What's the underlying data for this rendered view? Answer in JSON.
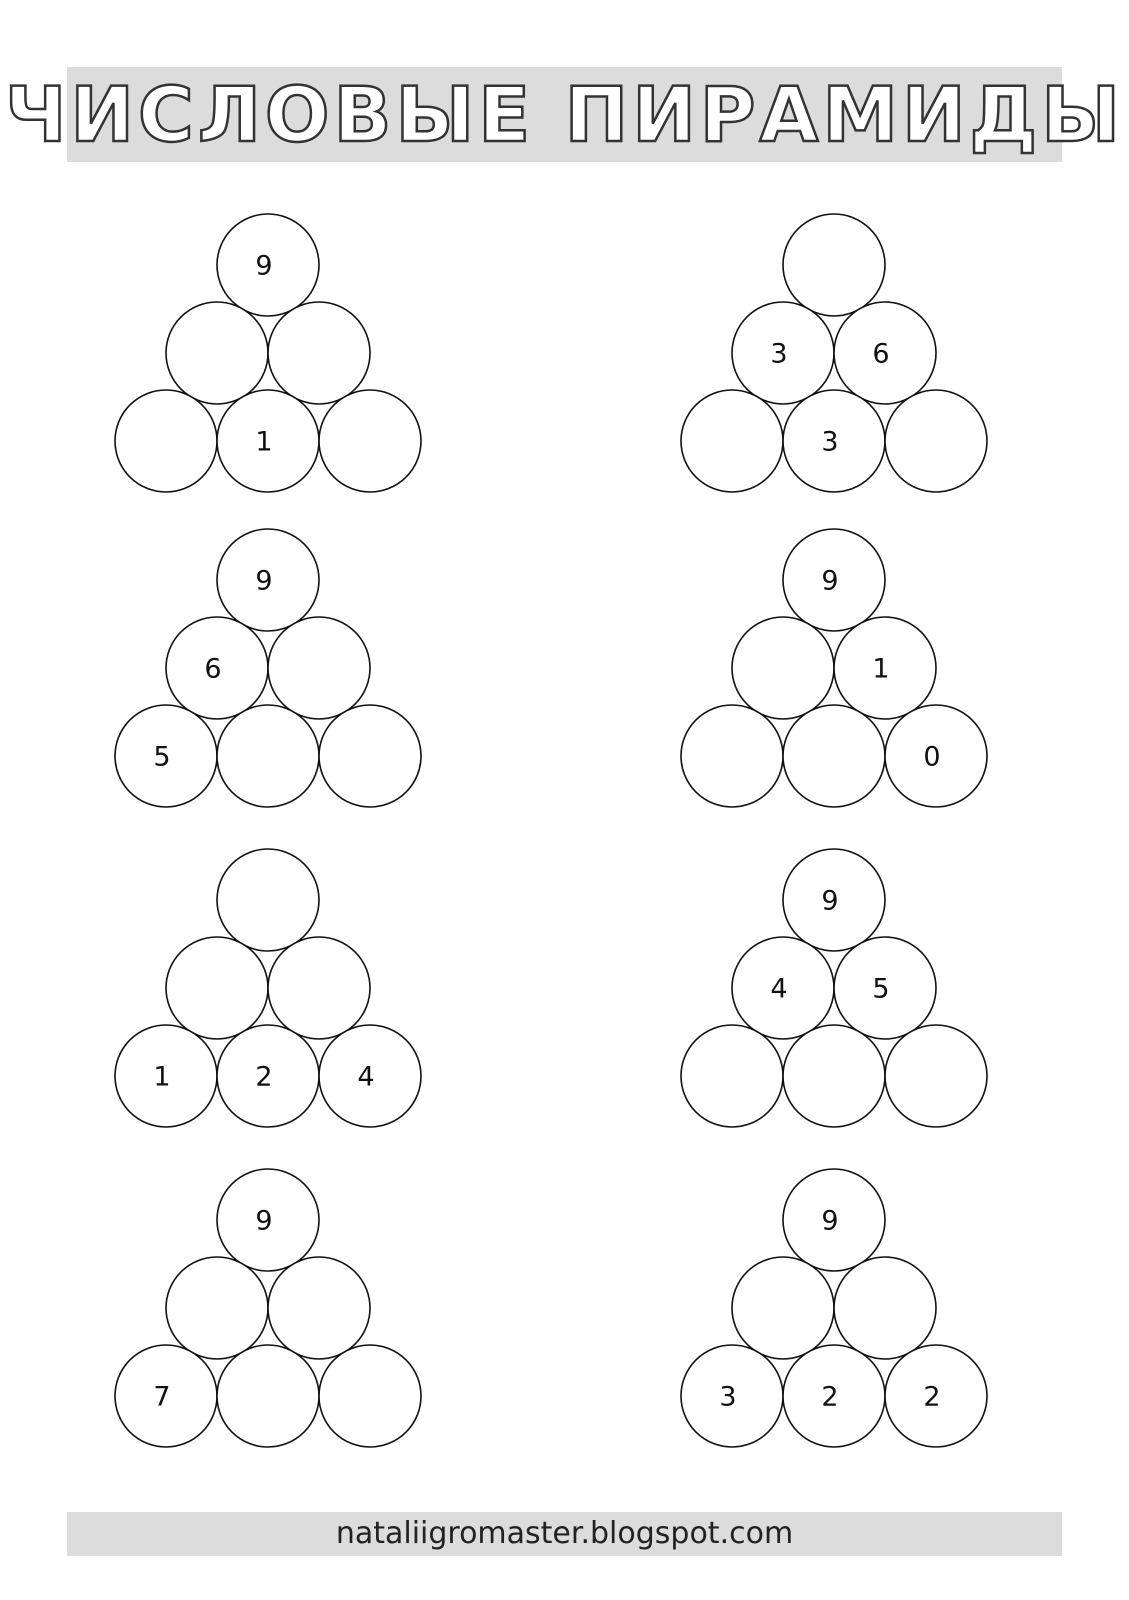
{
  "title": "ЧИСЛОВЫЕ ПИРАМИДЫ",
  "footer": "nataliigromaster.blogspot.com",
  "pyramids": [
    {
      "rows": [
        [
          "9"
        ],
        [
          "",
          ""
        ],
        [
          "",
          "1",
          ""
        ]
      ]
    },
    {
      "rows": [
        [
          ""
        ],
        [
          "3",
          "6"
        ],
        [
          "",
          "3",
          ""
        ]
      ]
    },
    {
      "rows": [
        [
          "9"
        ],
        [
          "6",
          ""
        ],
        [
          "5",
          "",
          ""
        ]
      ]
    },
    {
      "rows": [
        [
          "9"
        ],
        [
          "",
          "1"
        ],
        [
          "",
          "",
          "0"
        ]
      ]
    },
    {
      "rows": [
        [
          ""
        ],
        [
          "",
          ""
        ],
        [
          "1",
          "2",
          "4"
        ]
      ]
    },
    {
      "rows": [
        [
          "9"
        ],
        [
          "4",
          "5"
        ],
        [
          "",
          "",
          ""
        ]
      ]
    },
    {
      "rows": [
        [
          "9"
        ],
        [
          "",
          ""
        ],
        [
          "7",
          "",
          ""
        ]
      ]
    },
    {
      "rows": [
        [
          "9"
        ],
        [
          "",
          ""
        ],
        [
          "3",
          "2",
          "2"
        ]
      ]
    }
  ]
}
